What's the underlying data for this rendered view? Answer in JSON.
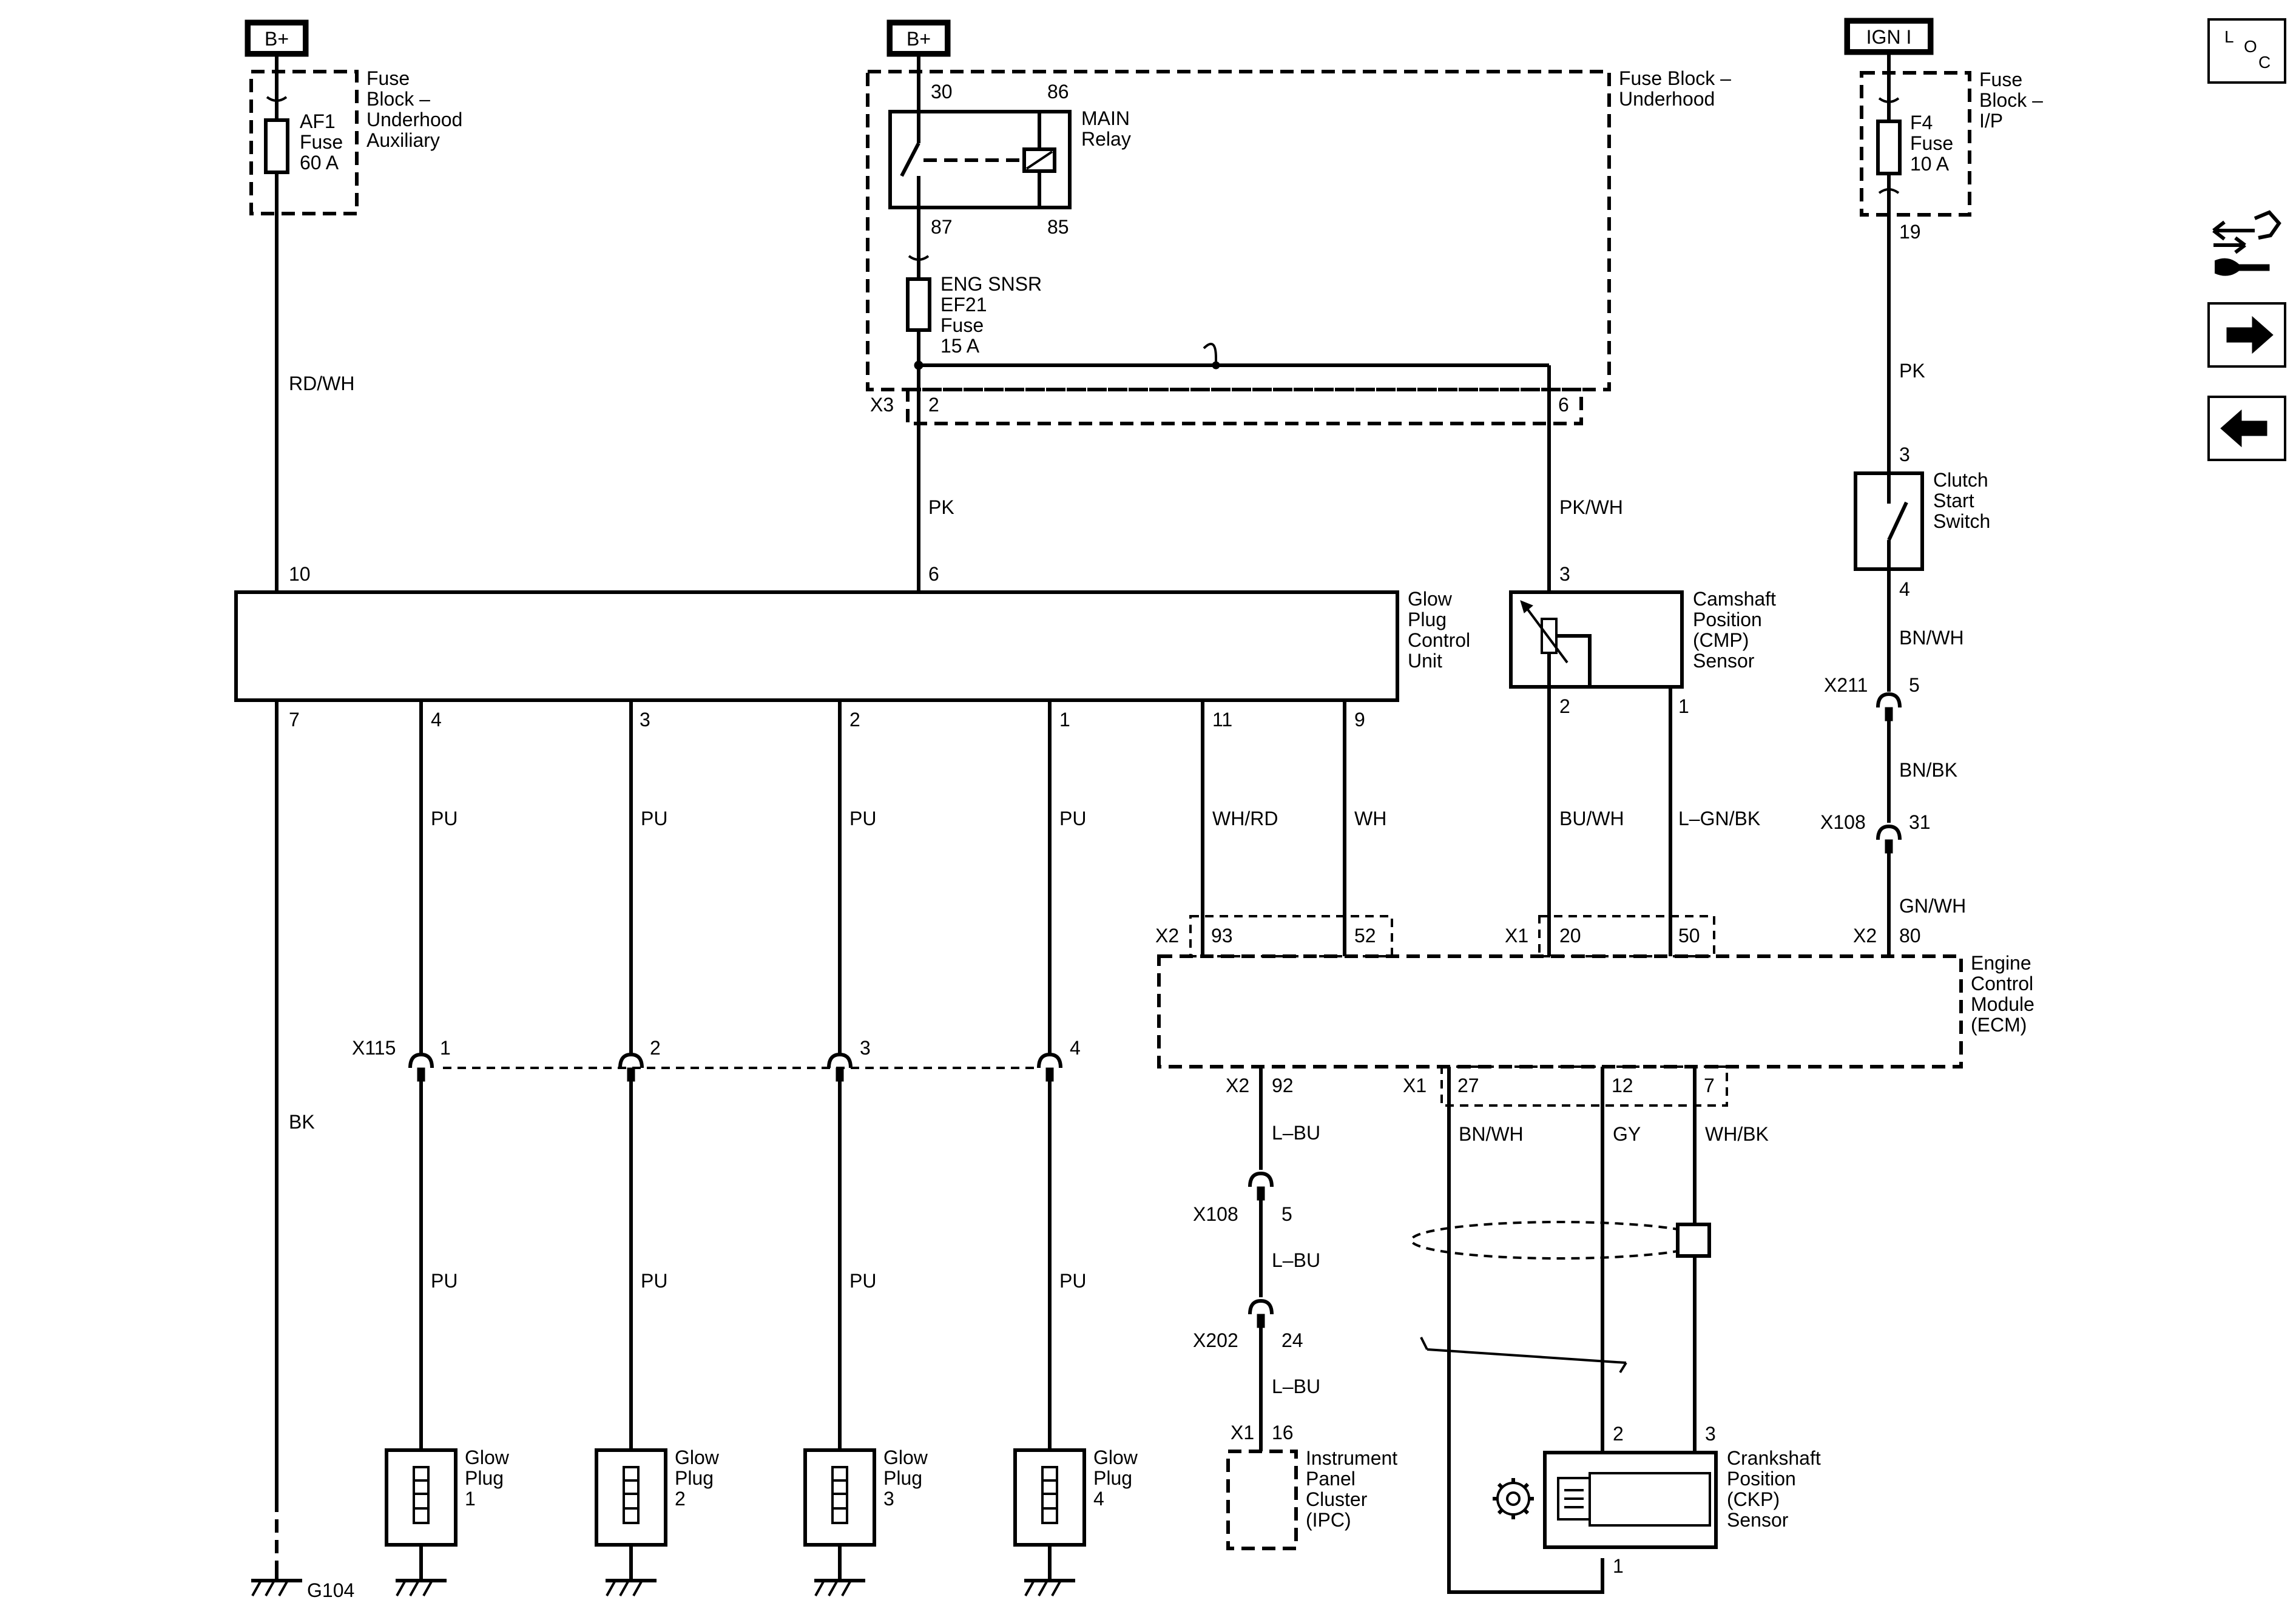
{
  "sources": {
    "b_plus": "B+",
    "ign": "IGN I"
  },
  "fuse_block_aux": {
    "name": "Fuse Block – Underhood Auxiliary",
    "l1": "Fuse",
    "l2": "Block –",
    "l3": "Underhood",
    "l4": "Auxiliary",
    "fuse_l1": "AF1",
    "fuse_l2": "Fuse",
    "fuse_l3": "60 A"
  },
  "fuse_block_underhood": {
    "l1": "Fuse Block –",
    "l2": "Underhood"
  },
  "main_relay": {
    "l1": "MAIN",
    "l2": "Relay",
    "pin30": "30",
    "pin86": "86",
    "pin87": "87",
    "pin85": "85"
  },
  "eng_snsr_fuse": {
    "l1": "ENG SNSR",
    "l2": "EF21",
    "l3": "Fuse",
    "l4": "15 A"
  },
  "fuse_block_ip": {
    "l1": "Fuse",
    "l2": "Block –",
    "l3": "I/P",
    "fuse_l1": "F4",
    "fuse_l2": "Fuse",
    "fuse_l3": "10 A",
    "pin": "19"
  },
  "clutch_switch": {
    "l1": "Clutch",
    "l2": "Start",
    "l3": "Switch",
    "pin_in": "3",
    "pin_out": "4"
  },
  "connectors": {
    "x3": "X3",
    "x3_p2": "2",
    "x3_p6": "6",
    "x211": "X211",
    "x211_p": "5",
    "x108": "X108",
    "x108_p31": "31",
    "x108_p5": "5",
    "x202": "X202",
    "x202_p": "24",
    "x115": "X115",
    "x115_p1": "1",
    "x115_p2": "2",
    "x115_p3": "3",
    "x115_p4": "4",
    "x2": "X2",
    "x1": "X1"
  },
  "wires": {
    "rd_wh": "RD/WH",
    "pk": "PK",
    "pk_wh": "PK/WH",
    "pk_ign": "PK",
    "bn_wh": "BN/WH",
    "bn_bk": "BN/BK",
    "gn_wh": "GN/WH",
    "bk": "BK",
    "pu": "PU",
    "wh_rd": "WH/RD",
    "wh": "WH",
    "bu_wh": "BU/WH",
    "lgn_bk": "L–GN/BK",
    "lbu": "L–BU",
    "bn_wh_ckp": "BN/WH",
    "gy": "GY",
    "wh_bk": "WH/BK"
  },
  "gpcu": {
    "l1": "Glow",
    "l2": "Plug",
    "l3": "Control",
    "l4": "Unit",
    "p10": "10",
    "p6": "6",
    "p7": "7",
    "p4": "4",
    "p3": "3",
    "p2": "2",
    "p1": "1",
    "p11": "11",
    "p9": "9"
  },
  "cmp": {
    "l1": "Camshaft",
    "l2": "Position",
    "l3": "(CMP)",
    "l4": "Sensor",
    "p3": "3",
    "p2": "2",
    "p1": "1"
  },
  "ecm": {
    "l1": "Engine",
    "l2": "Control",
    "l3": "Module",
    "l4": "(ECM)",
    "p93": "93",
    "p52": "52",
    "p20": "20",
    "p50": "50",
    "p80": "80",
    "p92": "92",
    "p27": "27",
    "p12": "12",
    "p7": "7"
  },
  "ipc": {
    "l1": "Instrument",
    "l2": "Panel",
    "l3": "Cluster",
    "l4": "(IPC)",
    "pin": "16"
  },
  "ckp": {
    "l1": "Crankshaft",
    "l2": "Position",
    "l3": "(CKP)",
    "l4": "Sensor",
    "p2": "2",
    "p3": "3",
    "p1": "1"
  },
  "glow_plugs": [
    {
      "l1": "Glow",
      "l2": "Plug",
      "l3": "1"
    },
    {
      "l1": "Glow",
      "l2": "Plug",
      "l3": "2"
    },
    {
      "l1": "Glow",
      "l2": "Plug",
      "l3": "3"
    },
    {
      "l1": "Glow",
      "l2": "Plug",
      "l3": "4"
    }
  ],
  "ground": {
    "label": "G104"
  },
  "side_nav": {
    "loc_l": "L",
    "loc_o": "O",
    "loc_c": "C"
  }
}
